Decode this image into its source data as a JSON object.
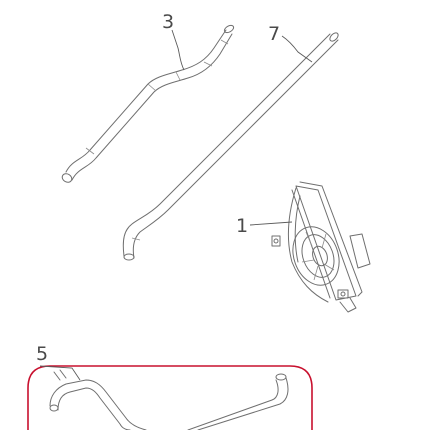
{
  "callouts": [
    {
      "id": "part-3",
      "number": "3"
    },
    {
      "id": "part-7",
      "number": "7"
    },
    {
      "id": "part-1",
      "number": "1"
    },
    {
      "id": "part-5",
      "number": "5"
    }
  ],
  "colors": {
    "line_art": "#6f6f6f",
    "highlight_frame": "#c8102e"
  }
}
